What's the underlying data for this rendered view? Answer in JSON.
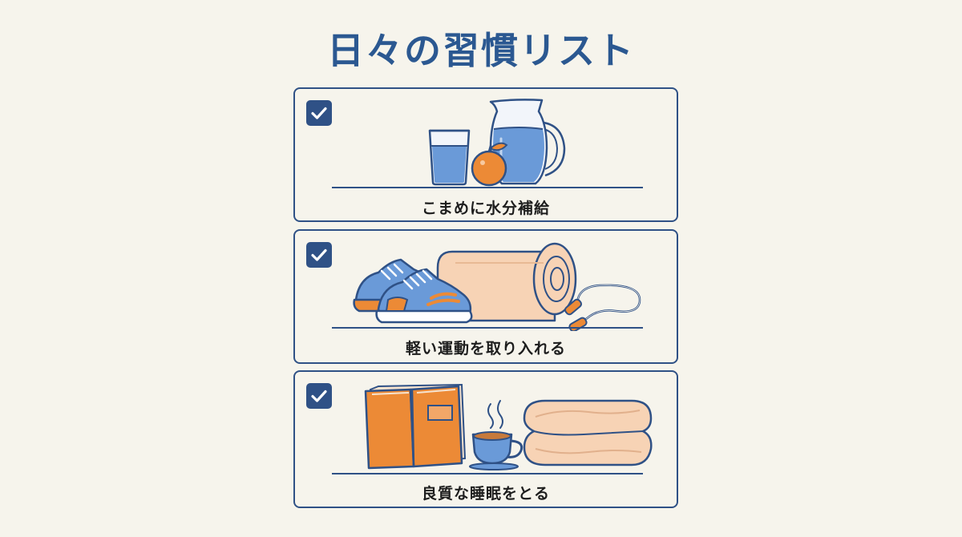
{
  "title": "日々の習慣リスト",
  "colors": {
    "navy": "#2f5186",
    "title_blue": "#2b5891",
    "water_blue": "#6a9ad8",
    "orange": "#ec8a36",
    "peach": "#f7d3b5",
    "background": "#f6f4ec"
  },
  "habits": [
    {
      "label": "こまめに水分補給",
      "checked": true,
      "icons": [
        "water-glass-icon",
        "orange-icon",
        "water-pitcher-icon"
      ]
    },
    {
      "label": "軽い運動を取り入れる",
      "checked": true,
      "icons": [
        "sneakers-icon",
        "yoga-mat-icon",
        "jump-rope-icon"
      ]
    },
    {
      "label": "良質な睡眠をとる",
      "checked": true,
      "icons": [
        "book-icon",
        "tea-cup-icon",
        "folded-blanket-icon"
      ]
    }
  ]
}
